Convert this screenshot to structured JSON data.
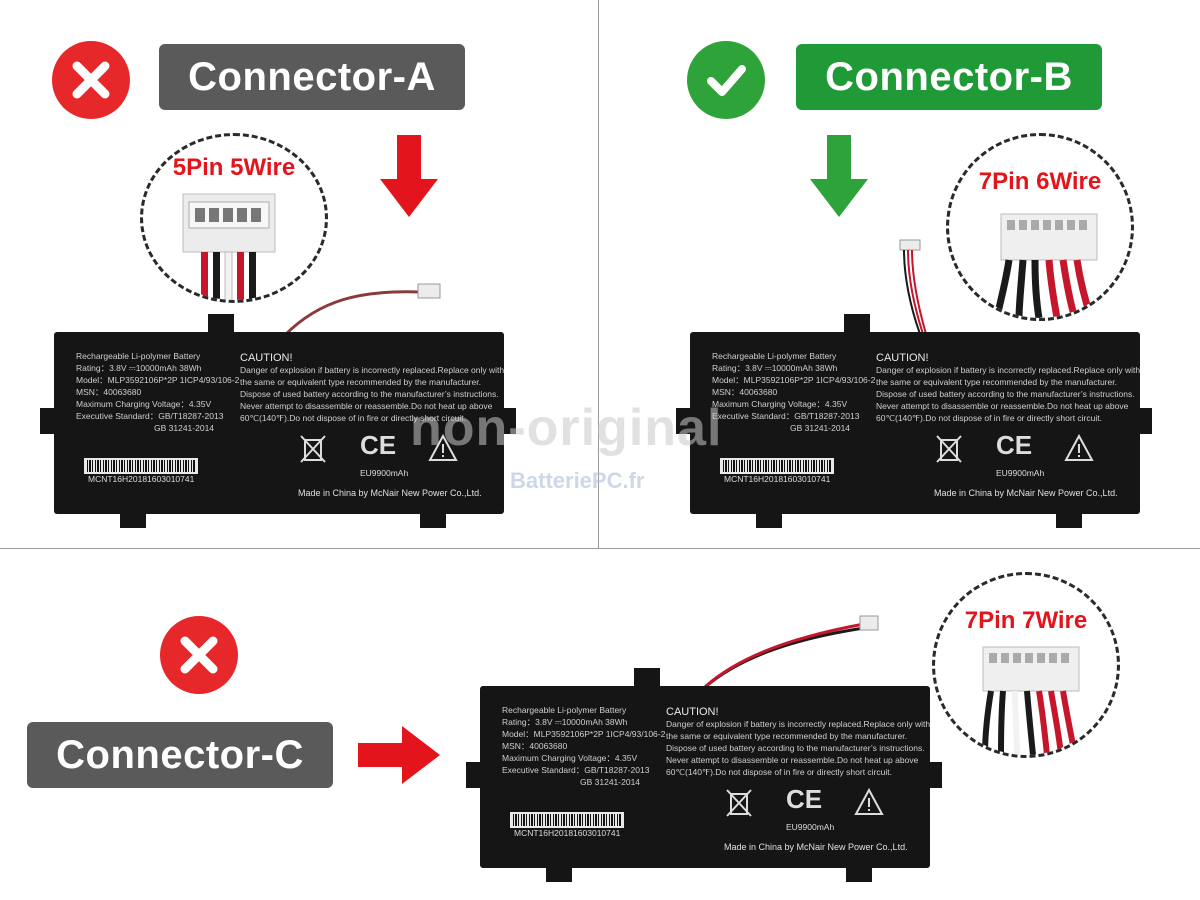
{
  "connectors": [
    {
      "name": "Connector-A",
      "status": "incorrect",
      "pins": "5Pin 5Wire"
    },
    {
      "name": "Connector-B",
      "status": "correct",
      "pins": "7Pin 6Wire"
    },
    {
      "name": "Connector-C",
      "status": "incorrect",
      "pins": "7Pin 7Wire"
    }
  ],
  "battery": {
    "type": "Rechargeable Li-polymer Battery",
    "rating": "Rating：3.8V ⎓10000mAh 38Wh",
    "model": "Model：MLP3592106P*2P  1ICP4/93/106-2",
    "msn": "MSN：40063680",
    "max_voltage": "Maximum Charging Voltage：4.35V",
    "standard": "Executive Standard：GB/T18287-2013",
    "standard2": "GB 31241-2014",
    "caution_title": "CAUTION!",
    "caution_lines": [
      "Danger of explosion if battery is incorrectly replaced.Replace only with",
      " the same or equivalent type recommended by the manufacturer.",
      "Dispose of used battery according to the manufacturer’s instructions.",
      "Never attempt to disassemble or reassemble.Do not heat up above",
      "60℃(140℉).Do not dispose of in fire or directly short circuit."
    ],
    "ce": "CE",
    "eu": "EU9900mAh",
    "made_in": "Made in China by McNair New Power Co.,Ltd.",
    "serial": "MCNT16H20181603010741"
  },
  "watermark": {
    "line1": "non-original",
    "brand_a": "Batterie",
    "brand_b": "PC.fr"
  },
  "colors": {
    "bad": "#e6282a",
    "good": "#2ea33a",
    "label_gray": "#5a5a5a",
    "label_green": "#1f9a37",
    "arrow_red": "#e3141b",
    "arrow_green": "#2ea33a"
  }
}
